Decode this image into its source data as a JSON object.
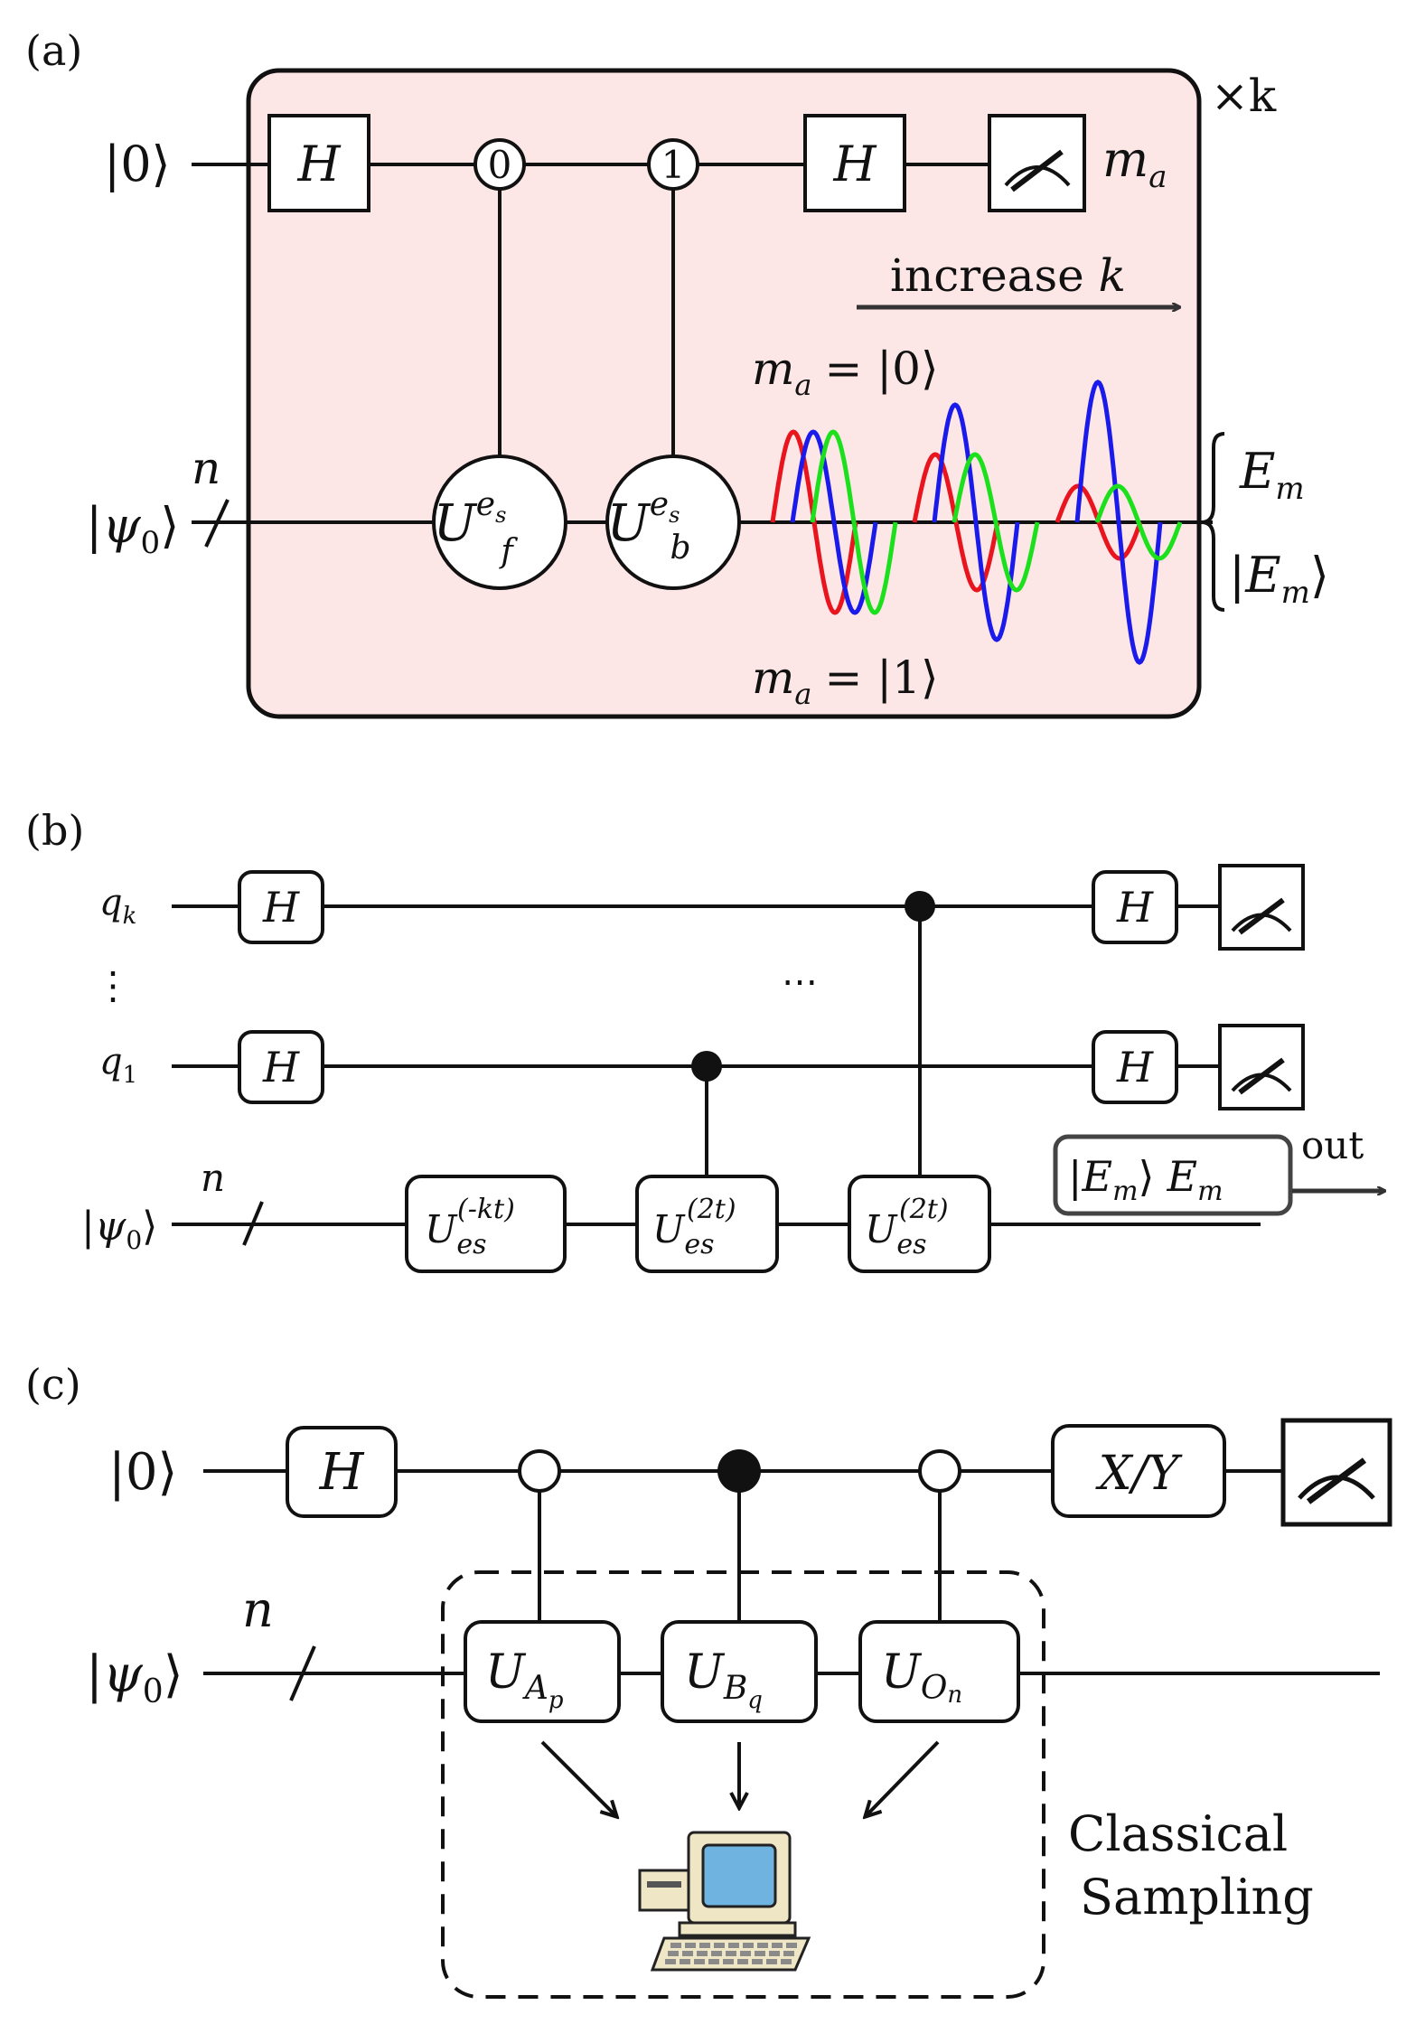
{
  "panel_a": {
    "label": "(a)",
    "repeat": "×k",
    "ancilla_state": "|0⟩",
    "system_state": "|ψ",
    "system_state_sub": "0",
    "system_state_close": "⟩",
    "register_size": "n",
    "gate_h": "H",
    "control_0": "0",
    "control_1": "1",
    "uf": "U",
    "uf_sup": "e",
    "uf_sup_sub": "s",
    "uf_sub": "f",
    "ub": "U",
    "ub_sup": "e",
    "ub_sup_sub": "s",
    "ub_sub": "b",
    "meas_label": "m",
    "meas_label_sub": "a",
    "increase_label": "increase ",
    "increase_var": "k",
    "ma0": "= |0⟩",
    "ma1": "= |1⟩",
    "out_em": "E",
    "out_em_sub": "m",
    "out_ket": "|E",
    "out_ket_sub": "m",
    "out_ket_close": "⟩",
    "wave_colors": [
      "#e8141e",
      "#1a1aeb",
      "#1de01d"
    ],
    "box_fill": "#fde6e6"
  },
  "panel_b": {
    "label": "(b)",
    "qk": "q",
    "qk_sub": "k",
    "q1": "q",
    "q1_sub": "1",
    "vdots": "⋮",
    "hdots": "⋯",
    "system_state": "|ψ",
    "system_state_sub": "0",
    "system_state_close": "⟩",
    "register_size": "n",
    "gate_h": "H",
    "u": "U",
    "u_sub": "es",
    "u1_sup": "(-kt)",
    "u2_sup": "(2t)",
    "u3_sup": "(2t)",
    "out_ket": "|E",
    "out_ket_sub": "m",
    "out_ket_close": "⟩",
    "out_em": "E",
    "out_em_sub": "m",
    "out_label": "out"
  },
  "panel_c": {
    "label": "(c)",
    "ancilla_state": "|0⟩",
    "system_state": "|ψ",
    "system_state_sub": "0",
    "system_state_close": "⟩",
    "register_size": "n",
    "gate_h": "H",
    "gate_xy": "X/Y",
    "ua": "U",
    "ua_sub": "A",
    "ua_subsub": "p",
    "ub": "U",
    "ub_sub": "B",
    "ub_subsub": "q",
    "uo": "U",
    "uo_sub": "O",
    "uo_subsub": "n",
    "classical_line1": "Classical",
    "classical_line2": "Sampling",
    "computer_colors": {
      "body": "#efe6c6",
      "screen": "#6fb3e0",
      "keys": "#8a8a8a"
    }
  }
}
